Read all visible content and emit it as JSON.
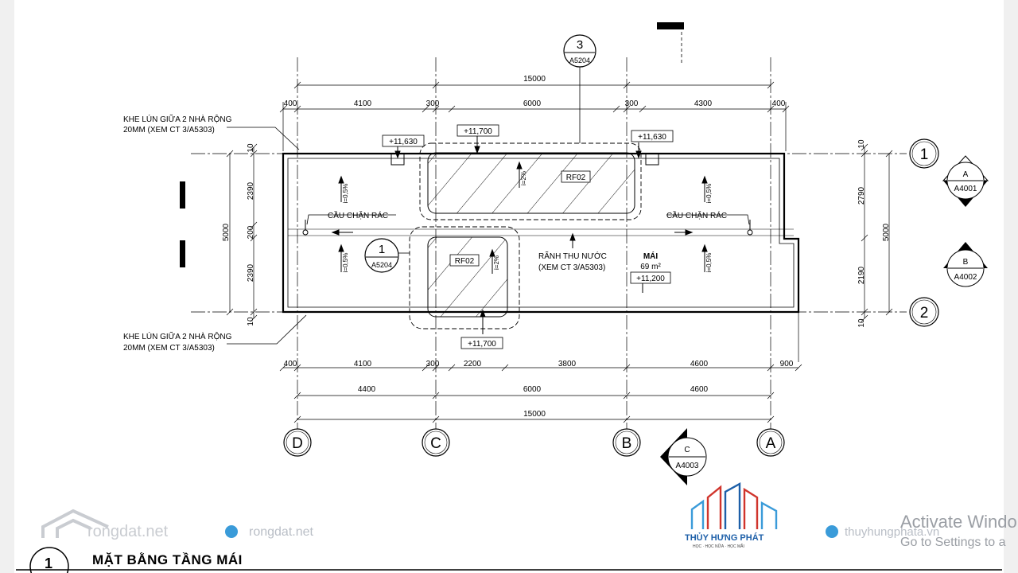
{
  "dims": {
    "overall": "15000",
    "top": [
      "400",
      "4100",
      "300",
      "6000",
      "300",
      "4300",
      "400"
    ],
    "bottom1": [
      "400",
      "4100",
      "300",
      "2200",
      "3800",
      "4600",
      "900"
    ],
    "bottom2": [
      "4400",
      "6000",
      "4600"
    ],
    "left": [
      "10",
      "2390",
      "200",
      "2390",
      "10"
    ],
    "left_total": "5000",
    "right": [
      "10",
      "2790",
      "2190",
      "10"
    ],
    "right_total": "5000"
  },
  "grid": {
    "cols": [
      "D",
      "C",
      "B",
      "A"
    ],
    "rows": [
      "1",
      "2"
    ]
  },
  "callouts": {
    "sec_top": {
      "num": "3",
      "ref": "A5204"
    },
    "sec_mid": {
      "num": "1",
      "ref": "A5204"
    },
    "elev_right_1": {
      "letter": "A",
      "ref": "A4001"
    },
    "elev_right_2": {
      "letter": "B",
      "ref": "A4002"
    },
    "elev_bottom": {
      "letter": "C",
      "ref": "A4003"
    }
  },
  "levels": {
    "l11700_top": "+11,700",
    "l11630_left": "+11,630",
    "l11630_right": "+11,630",
    "l11700_bottom": "+11,700",
    "l11200": "+11,200"
  },
  "labels": {
    "rf02_top": "RF02",
    "rf02_bottom": "RF02",
    "cau_chan_rac_left": "CẦU CHẶN RÁC",
    "cau_chan_rac_right": "CẦU CHẶN RÁC",
    "ranh_1": "RÃNH THU NƯỚC",
    "ranh_2": "(XEM CT 3/A5303)",
    "mai_title": "MÁI",
    "mai_area": "69 m²",
    "khe_top_1": "KHE LÚN GIỮA 2 NHÀ RỘNG",
    "khe_top_2": "20MM (XEM CT 3/A5303)",
    "khe_bot_1": "KHE LÚN GIỮA 2 NHÀ RỘNG",
    "khe_bot_2": "20MM (XEM CT 3/A5303)",
    "slope_05": "i=0,5%",
    "slope_2": "i=2%"
  },
  "watermarks": {
    "rongdat_logo": "rongdat.net",
    "rongdat_globe": "rongdat.net",
    "thuyhung": "thuyhungphata.vn",
    "logo_name": "THỦY HƯNG PHÁT",
    "logo_tagline": "HỌC · HỌC NỮA · HỌC MÃI"
  },
  "activation": {
    "line1": "Activate Windo",
    "line2": "Go to Settings to a"
  },
  "title": {
    "number": "1",
    "text": "MẶT BẰNG TẦNG MÁI"
  },
  "colors": {
    "ink": "#000000",
    "globe": "#3a9bd9",
    "logo_red": "#d0342c",
    "logo_blue": "#1d5fa8"
  }
}
